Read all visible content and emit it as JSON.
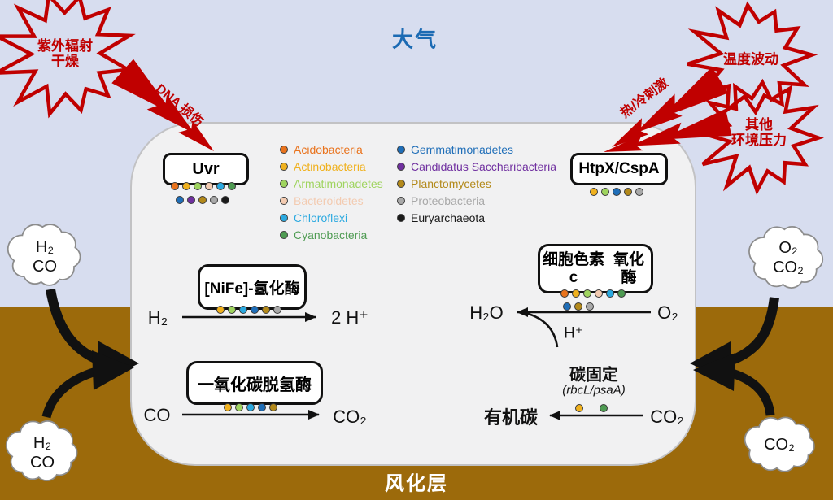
{
  "titles": {
    "atmosphere": "大气",
    "regolith": "风化层"
  },
  "palette": {
    "Acidobacteria": "#E9731D",
    "Actinobacteria": "#F0B11E",
    "Armatimonadetes": "#9FD45F",
    "Bacteroidetes": "#F3CBB1",
    "Chloroflexi": "#2BA9E0",
    "Cyanobacteria": "#4E9B52",
    "Gemmatimonadetes": "#1F6EB8",
    "Candidatus Saccharibacteria": "#7030A0",
    "Planctomycetes": "#B3891A",
    "Proteobacteria": "#A9A9A9",
    "Euryarchaeota": "#1A1A1A"
  },
  "legend": {
    "col1": [
      "Acidobacteria",
      "Actinobacteria",
      "Armatimonadetes",
      "Bacteroidetes",
      "Chloroflexi",
      "Cyanobacteria"
    ],
    "col2": [
      "Gemmatimonadetes",
      "Candidatus Saccharibacteria",
      "Planctomycetes",
      "Proteobacteria",
      "Euryarchaeota"
    ]
  },
  "stress": {
    "uv_lines": [
      "紫外辐射",
      "干燥"
    ],
    "temp_lines": [
      "温度波动"
    ],
    "other_lines": [
      "其他",
      "环境压力"
    ],
    "dna_label": "DNA 损伤",
    "heatcold_label": "热/冷刺激"
  },
  "proteins": {
    "uvr": {
      "label": "Uvr",
      "dots_row1": [
        "Acidobacteria",
        "Actinobacteria",
        "Armatimonadetes",
        "Bacteroidetes",
        "Chloroflexi",
        "Cyanobacteria"
      ],
      "dots_row2": [
        "Gemmatimonadetes",
        "Candidatus Saccharibacteria",
        "Planctomycetes",
        "Proteobacteria",
        "Euryarchaeota"
      ]
    },
    "htpx": {
      "label": "HtpX/CspA",
      "dots": [
        "Actinobacteria",
        "Armatimonadetes",
        "Gemmatimonadetes",
        "Planctomycetes",
        "Proteobacteria"
      ]
    }
  },
  "reactions": {
    "hydrogenase": {
      "enzyme": "[NiFe]-氢化酶",
      "substrate": "H₂",
      "product": "2 H⁺",
      "dots": [
        "Actinobacteria",
        "Armatimonadetes",
        "Chloroflexi",
        "Gemmatimonadetes",
        "Planctomycetes",
        "Proteobacteria"
      ]
    },
    "cytc": {
      "enzyme_lines": [
        "细胞色素c",
        "氧化酶"
      ],
      "substrate": "O₂",
      "product": "H₂O",
      "cofactor": "H⁺",
      "dots_row1": [
        "Acidobacteria",
        "Actinobacteria",
        "Armatimonadetes",
        "Bacteroidetes",
        "Chloroflexi",
        "Cyanobacteria"
      ],
      "dots_row2": [
        "Gemmatimonadetes",
        "Planctomycetes",
        "Proteobacteria"
      ]
    },
    "codh": {
      "enzyme": "一氧化碳脱氢酶",
      "substrate": "CO",
      "product": "CO₂",
      "dots": [
        "Actinobacteria",
        "Armatimonadetes",
        "Chloroflexi",
        "Gemmatimonadetes",
        "Planctomycetes"
      ]
    },
    "fixation": {
      "title": "碳固定",
      "genes": "(rbcL/psaA)",
      "substrate": "CO₂",
      "product": "有机碳",
      "dots": [
        "Actinobacteria",
        "Cyanobacteria"
      ]
    }
  },
  "clouds": {
    "left_top_lines": [
      "H₂",
      "CO"
    ],
    "left_bottom_lines": [
      "H₂",
      "CO"
    ],
    "right_top_lines": [
      "O₂",
      "CO₂"
    ],
    "right_bottom_lines": [
      "CO₂"
    ]
  }
}
